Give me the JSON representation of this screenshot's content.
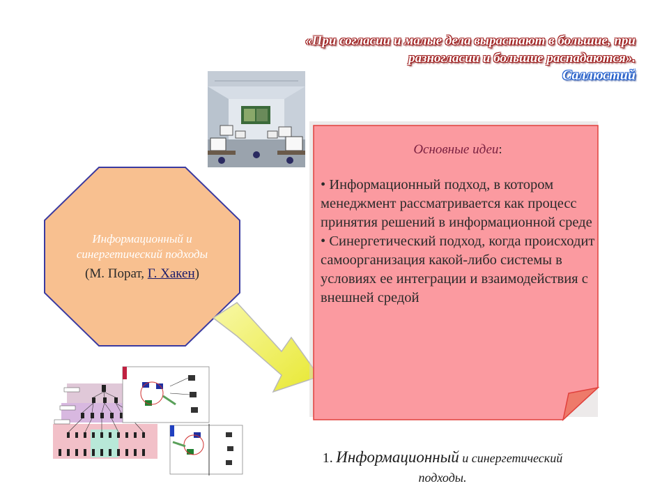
{
  "quote": {
    "line1": "«При согласии и малые дела вырастают в большие, при",
    "line2": "разногласии и большие распадаются».",
    "author": "Саллюстий"
  },
  "octagon": {
    "title": "Информационный и синергетический подходы",
    "authors_prefix": "(М. Порат, ",
    "authors_link": "Г. Хакен",
    "authors_suffix": ")"
  },
  "note": {
    "heading": "Основные идеи",
    "heading_colon": ":",
    "bullets": [
      "Информационный подход, в котором менеджмент рассматривается как процесс принятия решений в информационной среде",
      "Синергетический подход, когда происходит самоорганизация какой-либо системы в условиях ее интеграции и взаимодействия с внешней средой"
    ]
  },
  "caption": {
    "number": "1.",
    "word1": "Информационный",
    "rest_line1": "и синергетический",
    "line2": "подходы."
  },
  "colors": {
    "octagon_fill": "#f8c090",
    "octagon_stroke": "#3a3aa0",
    "note_fill": "#fb9aa0",
    "note_stroke": "#e0403c",
    "arrow_fill": "#f0f060"
  }
}
